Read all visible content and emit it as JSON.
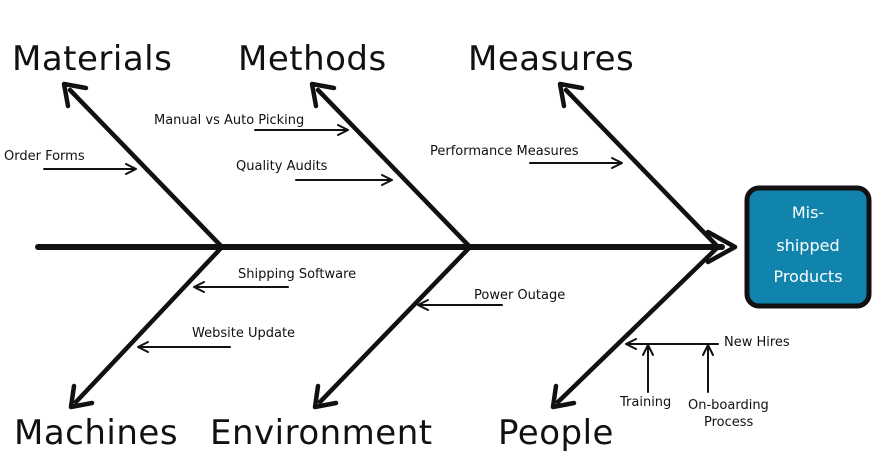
{
  "effect": {
    "lines": [
      "Mis-",
      "shipped",
      "Products"
    ],
    "fill_color": "#1184ad",
    "border_color": "#111111"
  },
  "categories": {
    "materials": "Materials",
    "methods": "Methods",
    "measures": "Measures",
    "machines": "Machines",
    "environment": "Environment",
    "people": "People"
  },
  "causes": {
    "order_forms": "Order Forms",
    "manual_vs_auto_picking": "Manual vs Auto Picking",
    "quality_audits": "Quality Audits",
    "performance_measures": "Performance Measures",
    "shipping_software": "Shipping Software",
    "website_update": "Website Update",
    "power_outage": "Power Outage",
    "new_hires": "New Hires",
    "training": "Training",
    "onboarding_line1": "On-boarding",
    "onboarding_line2": "Process"
  },
  "colors": {
    "ink": "#111111",
    "background": "#ffffff",
    "effect_box": "#1184ad"
  }
}
